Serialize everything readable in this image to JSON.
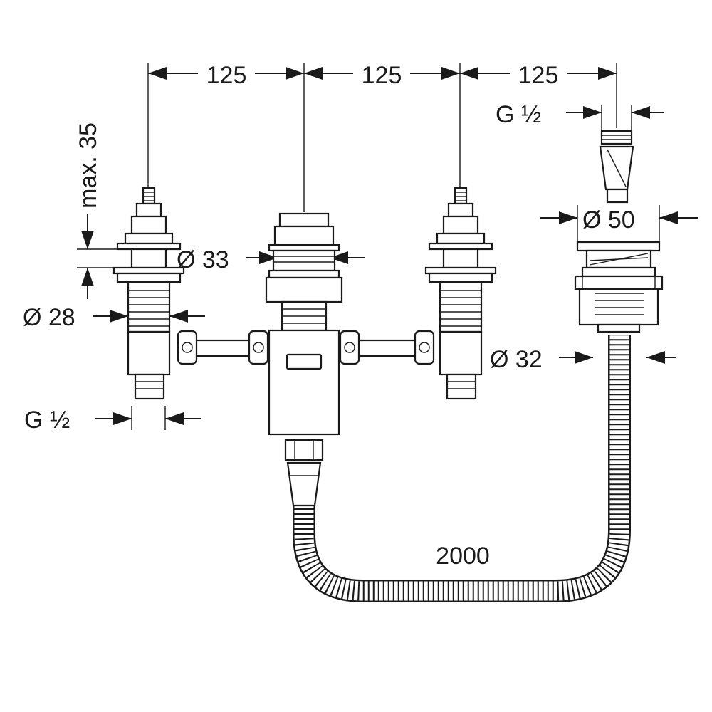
{
  "dimensions": {
    "spacing_1": "125",
    "spacing_2": "125",
    "spacing_3": "125",
    "thread_top_right": "G ½",
    "thread_bottom_left": "G ½",
    "max_height": "max. 35",
    "dia_left_valve": "Ø 28",
    "dia_center_valve": "Ø 33",
    "dia_spout_top": "Ø 50",
    "dia_spout_body": "Ø 32",
    "hose_length": "2000"
  }
}
